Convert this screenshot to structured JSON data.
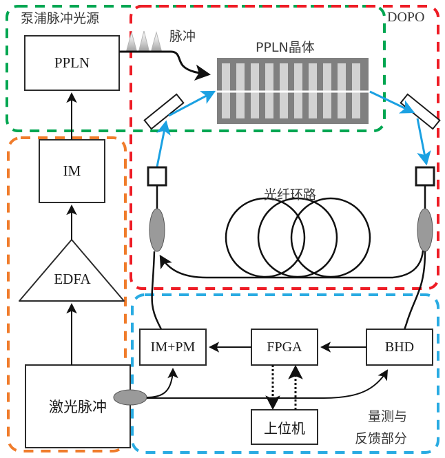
{
  "diagram": {
    "title_regions": {
      "pump_source": {
        "label": "泵浦脉冲光源",
        "color": "#00a651"
      },
      "dopo": {
        "label": "DOPO",
        "color": "#ee1c25"
      },
      "laser_front_end": {
        "label": "",
        "color": "#f07c2b"
      },
      "measurement": {
        "label_line1": "量测与",
        "label_line2": "反馈部分",
        "color": "#29abe2"
      }
    },
    "blocks": {
      "ppln_source": "PPLN",
      "im": "IM",
      "edfa": "EDFA",
      "laser_pulse": "激光脉冲",
      "im_pm": "IM+PM",
      "fpga": "FPGA",
      "bhd": "BHD",
      "host_computer": "上位机"
    },
    "annotations": {
      "pulse": "脉冲",
      "ppln_crystal": "PPLN晶体",
      "fiber_loop": "光纤环路"
    },
    "components": {
      "mirror_left": "mirror-icon",
      "mirror_right": "mirror-icon",
      "lens_left": "lens-square-icon",
      "lens_right": "lens-square-icon",
      "coupler_left": "fiber-coupler-icon",
      "coupler_right": "fiber-coupler-icon",
      "coupler_laser": "fiber-coupler-icon",
      "pulse_train": "pulse-train-icon",
      "fiber_loop_coil": "fiber-coil-icon"
    },
    "colors": {
      "beam_blue": "#1ba1e2",
      "fiber_black": "#111111",
      "crystal_body": "#808080",
      "crystal_stripe": "#d2d2d2",
      "coupler_fill": "#9a9a9a",
      "box_stroke": "#2b2b2b"
    },
    "crystal": {
      "stripe_count": 10
    }
  }
}
